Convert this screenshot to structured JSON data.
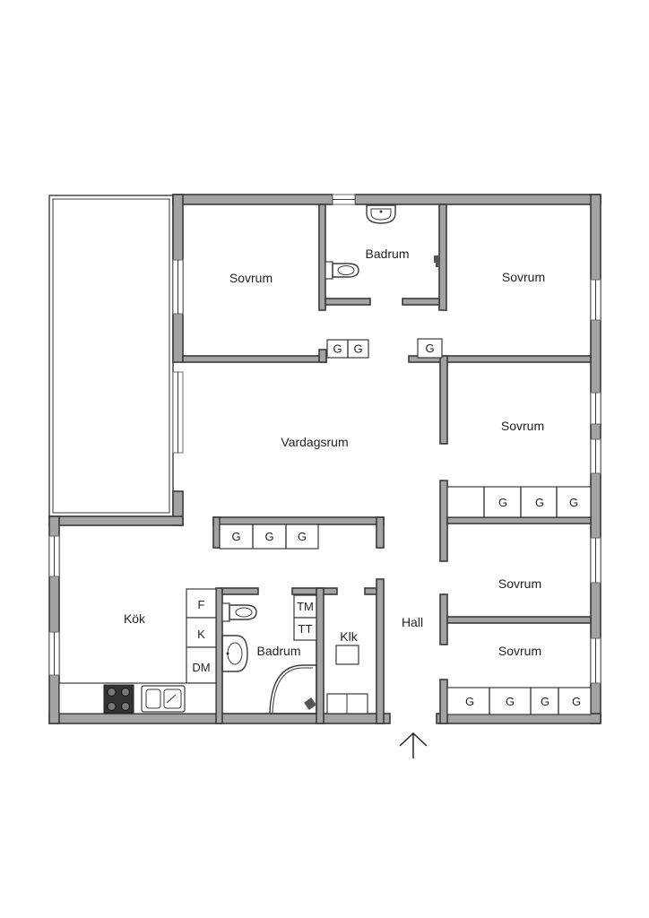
{
  "rooms": {
    "sovrum_1": "Sovrum",
    "badrum_top": "Badrum",
    "sovrum_2": "Sovrum",
    "sovrum_3": "Sovrum",
    "vardagsrum": "Vardagsrum",
    "kok": "Kök",
    "badrum_bottom": "Badrum",
    "klk": "Klk",
    "hall": "Hall",
    "sovrum_4": "Sovrum",
    "sovrum_5": "Sovrum"
  },
  "wardrobe_label": "G",
  "kitchen_units": {
    "fridge": "F",
    "freezer": "K",
    "dishwasher": "DM"
  },
  "laundry_units": {
    "washer": "TM",
    "dryer": "TT"
  }
}
